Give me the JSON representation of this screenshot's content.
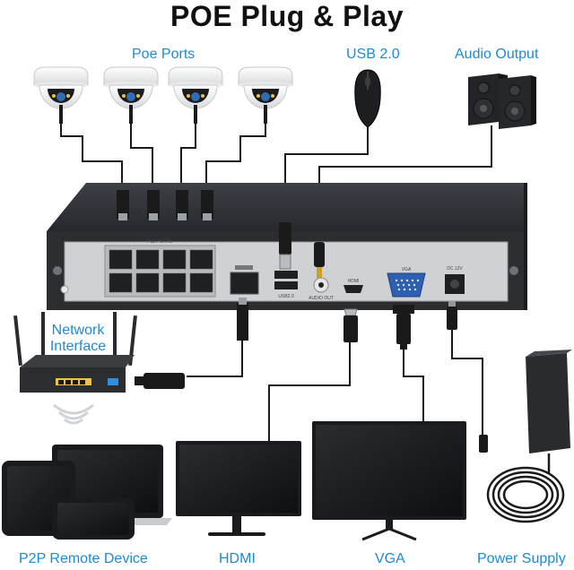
{
  "title": "POE Plug & Play",
  "labels": {
    "poe_ports": "Poe Ports",
    "usb": "USB 2.0",
    "audio": "Audio Output",
    "network_line1": "Network",
    "network_line2": "Interface",
    "p2p": "P2P Remote Device",
    "hdmi": "HDMI",
    "vga": "VGA",
    "power": "Power Supply"
  },
  "panel_text": {
    "poe_ports": "PoE PORTS",
    "usb": "USB2.0",
    "audio_out": "AUDIO OUT",
    "hdmi": "HDMI",
    "vga": "VGA",
    "dc": "DC 12V"
  },
  "colors": {
    "label": "#1e8ad6",
    "title": "#111111",
    "chassis": "#2b2d31",
    "panel": "#cfd1d4",
    "cable": "#1a1a1a"
  },
  "icons": [
    "dome-camera-icon",
    "mouse-icon",
    "speaker-icon",
    "router-icon",
    "laptop-icon",
    "tablet-icon",
    "phone-icon",
    "monitor-icon",
    "power-adapter-icon"
  ]
}
